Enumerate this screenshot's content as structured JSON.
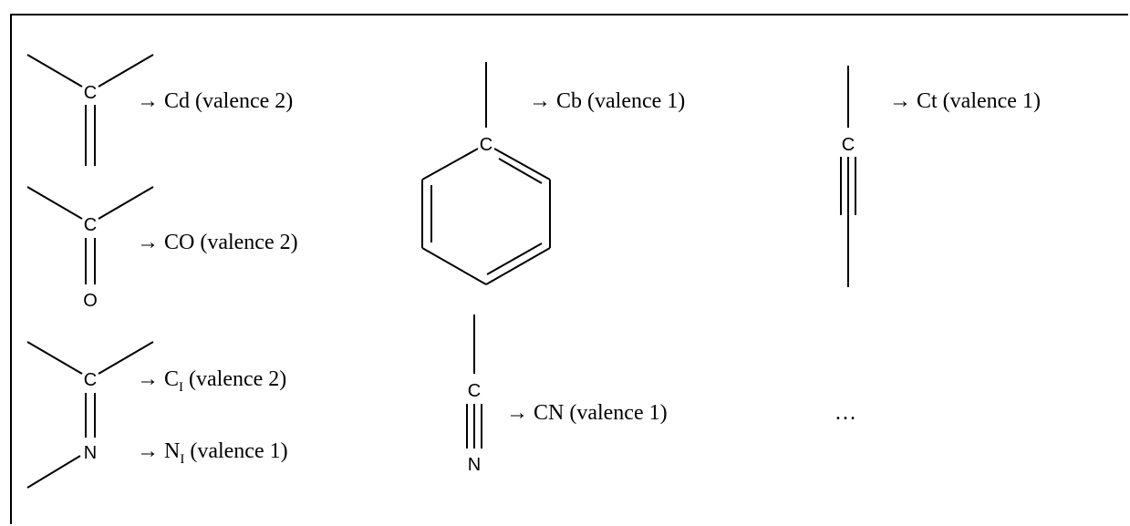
{
  "groups": {
    "cd": {
      "atom": "C",
      "label": "→ Cd (valence 2)"
    },
    "co": {
      "atom_c": "C",
      "atom_o": "O",
      "label": "→ CO (valence 2)"
    },
    "ci": {
      "atom_c": "C",
      "atom_n": "N",
      "label_c_pre": "→ C",
      "label_c_sub": "I",
      "label_c_post": " (valence 2)",
      "label_n_pre": "→ N",
      "label_n_sub": "I",
      "label_n_post": " (valence 1)"
    },
    "cb": {
      "atom": "C",
      "label": "→ Cb (valence 1)"
    },
    "cn": {
      "atom_c": "C",
      "atom_n": "N",
      "label": "→ CN (valence 1)"
    },
    "ct": {
      "atom": "C",
      "label": "→ Ct  (valence 1)"
    },
    "more": {
      "label": "…"
    }
  },
  "colors": {
    "line": "#000000",
    "background": "#ffffff"
  }
}
